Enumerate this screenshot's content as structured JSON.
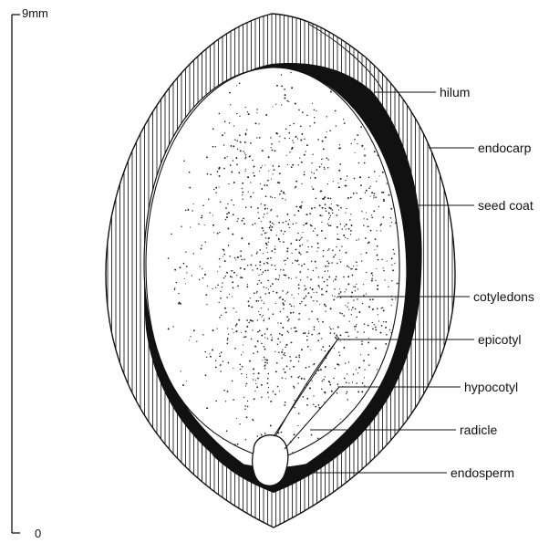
{
  "scale_bar": {
    "top_label": "9mm",
    "bottom_label": "0"
  },
  "labels": [
    {
      "id": "hilum",
      "text": "hilum"
    },
    {
      "id": "endocarp",
      "text": "endocarp"
    },
    {
      "id": "seed-coat",
      "text": "seed coat"
    },
    {
      "id": "cotyledons",
      "text": "cotyledons"
    },
    {
      "id": "epicotyl",
      "text": "epicotyl"
    },
    {
      "id": "hypocotyl",
      "text": "hypocotyl"
    },
    {
      "id": "radicle",
      "text": "radicle"
    },
    {
      "id": "endosperm",
      "text": "endosperm"
    }
  ]
}
